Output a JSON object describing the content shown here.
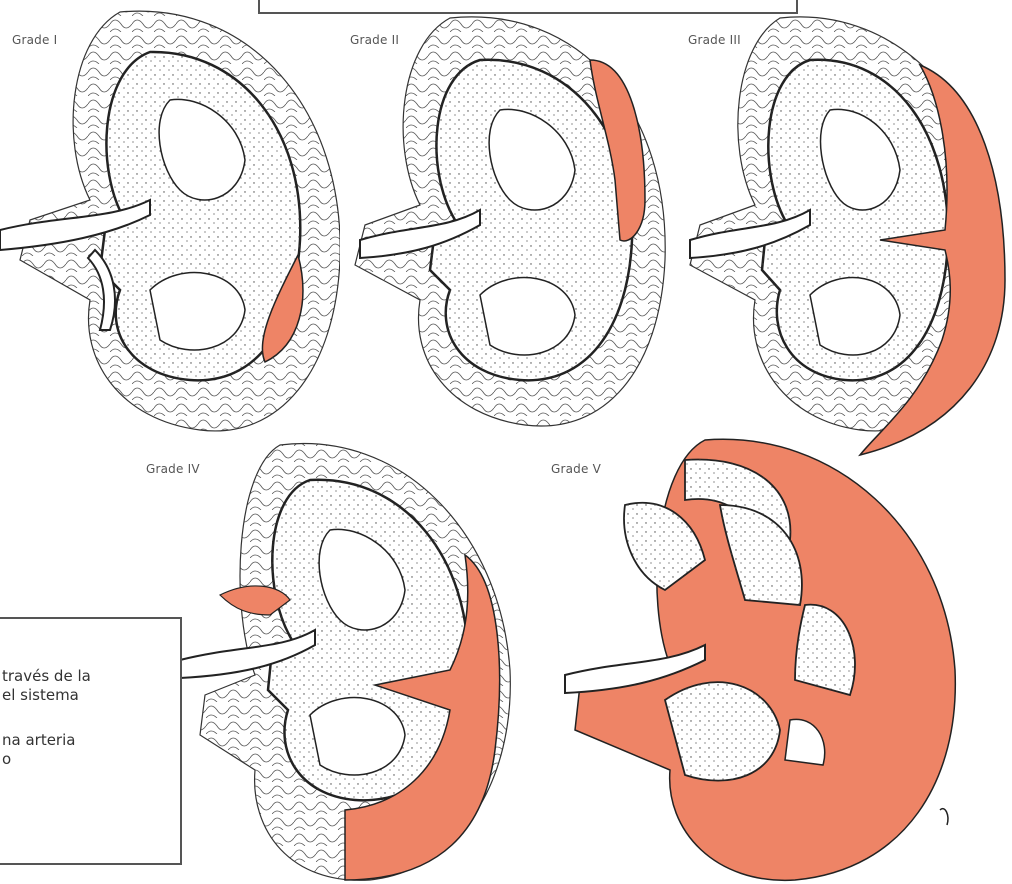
{
  "grades": [
    {
      "label": "Grade I"
    },
    {
      "label": "Grade II"
    },
    {
      "label": "Grade III"
    },
    {
      "label": "Grade IV"
    },
    {
      "label": "Grade V"
    }
  ],
  "text_box": {
    "line1": "través de la",
    "line2": "el sistema",
    "line3": "na arteria",
    "line4": "o"
  },
  "colors": {
    "hemorrhage": "#EE8466",
    "outline": "#222222",
    "capsule_fat": "#333333"
  }
}
